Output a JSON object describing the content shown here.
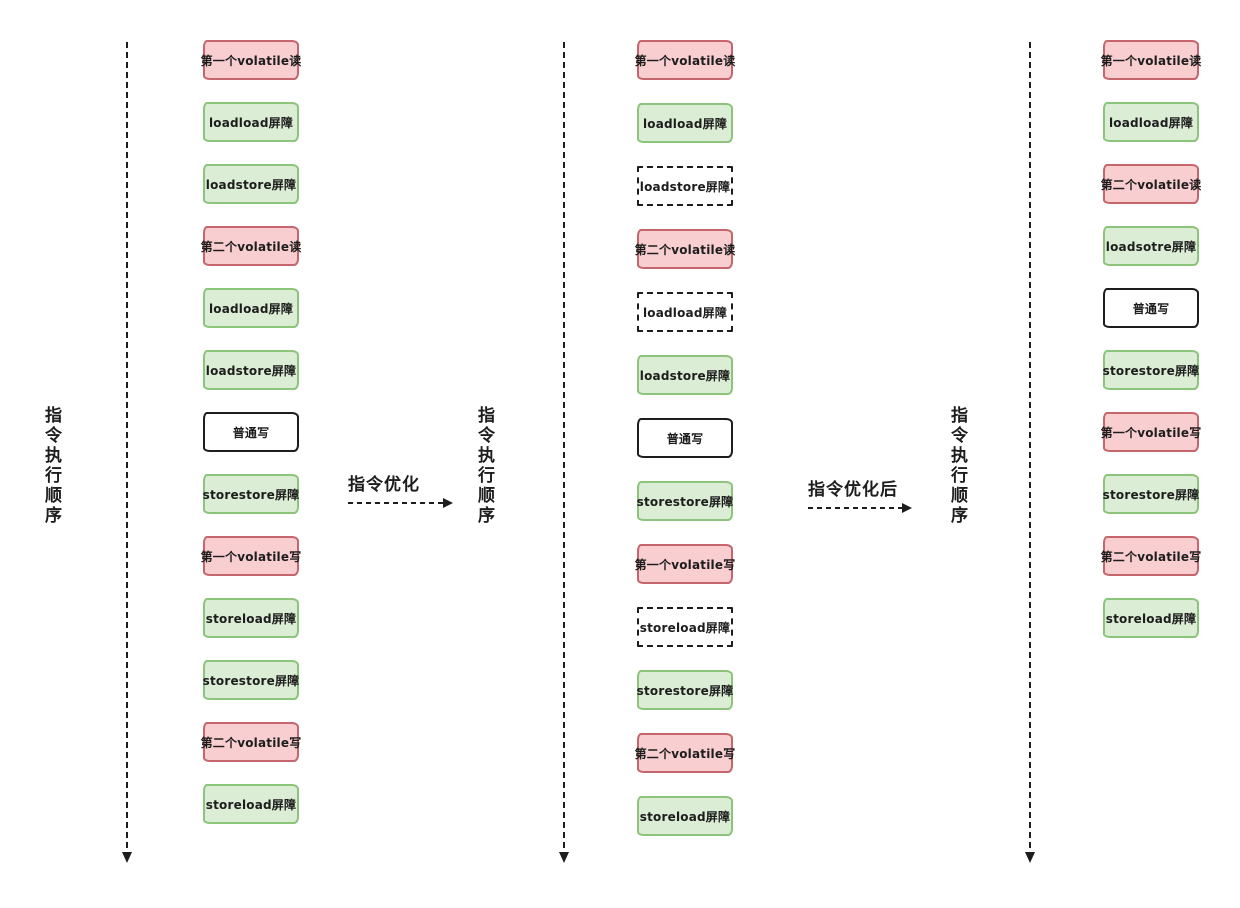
{
  "colors": {
    "background": "#ffffff",
    "ink": "#1d1d1d",
    "volatile_fill": "#f8ced1",
    "volatile_border": "#c4666c",
    "barrier_fill": "#dcedd5",
    "barrier_border": "#8cc47c"
  },
  "flow_axis_label": "指令执行顺序",
  "transform_arrows": [
    {
      "label": "指令优化"
    },
    {
      "label": "指令优化后"
    }
  ],
  "columns": [
    {
      "name": "original-instruction-sequence",
      "boxes": [
        {
          "text": "第一个volatile读",
          "style": "volatile"
        },
        {
          "text": "loadload屏障",
          "style": "barrier"
        },
        {
          "text": "loadstore屏障",
          "style": "barrier"
        },
        {
          "text": "第二个volatile读",
          "style": "volatile"
        },
        {
          "text": "loadload屏障",
          "style": "barrier"
        },
        {
          "text": "loadstore屏障",
          "style": "barrier"
        },
        {
          "text": "普通写",
          "style": "normal"
        },
        {
          "text": "storestore屏障",
          "style": "barrier"
        },
        {
          "text": "第一个volatile写",
          "style": "volatile"
        },
        {
          "text": "storeload屏障",
          "style": "barrier"
        },
        {
          "text": "storestore屏障",
          "style": "barrier"
        },
        {
          "text": "第二个volatile写",
          "style": "volatile"
        },
        {
          "text": "storeload屏障",
          "style": "barrier"
        }
      ]
    },
    {
      "name": "optimizable-barriers-marked",
      "boxes": [
        {
          "text": "第一个volatile读",
          "style": "volatile"
        },
        {
          "text": "loadload屏障",
          "style": "barrier"
        },
        {
          "text": "loadstore屏障",
          "style": "omitted"
        },
        {
          "text": "第二个volatile读",
          "style": "volatile"
        },
        {
          "text": "loadload屏障",
          "style": "omitted"
        },
        {
          "text": "loadstore屏障",
          "style": "barrier"
        },
        {
          "text": "普通写",
          "style": "normal"
        },
        {
          "text": "storestore屏障",
          "style": "barrier"
        },
        {
          "text": "第一个volatile写",
          "style": "volatile"
        },
        {
          "text": "storeload屏障",
          "style": "omitted"
        },
        {
          "text": "storestore屏障",
          "style": "barrier"
        },
        {
          "text": "第二个volatile写",
          "style": "volatile"
        },
        {
          "text": "storeload屏障",
          "style": "barrier"
        }
      ]
    },
    {
      "name": "after-optimization",
      "boxes": [
        {
          "text": "第一个volatile读",
          "style": "volatile"
        },
        {
          "text": "loadload屏障",
          "style": "barrier"
        },
        {
          "text": "第二个volatile读",
          "style": "volatile"
        },
        {
          "text": "loadsotre屏障",
          "style": "barrier"
        },
        {
          "text": "普通写",
          "style": "normal"
        },
        {
          "text": "storestore屏障",
          "style": "barrier"
        },
        {
          "text": "第一个volatile写",
          "style": "volatile"
        },
        {
          "text": "storestore屏障",
          "style": "barrier"
        },
        {
          "text": "第二个volatile写",
          "style": "volatile"
        },
        {
          "text": "storeload屏障",
          "style": "barrier"
        }
      ]
    }
  ]
}
